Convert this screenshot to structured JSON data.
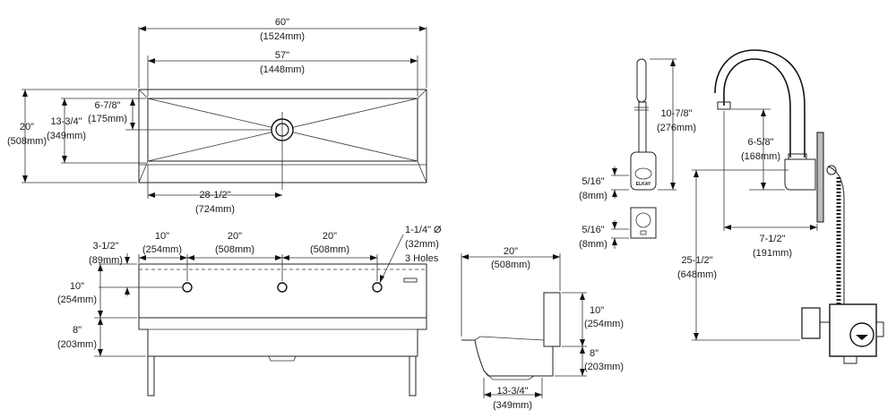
{
  "top_view": {
    "overall_width": {
      "in": "60\"",
      "mm": "(1524mm)"
    },
    "inner_width": {
      "in": "57\"",
      "mm": "(1448mm)"
    },
    "depth": {
      "in": "20\"",
      "mm": "(508mm)"
    },
    "inner_depth": {
      "in": "13-3/4\"",
      "mm": "(349mm)"
    },
    "drain_offset_y": {
      "in": "6-7/8\"",
      "mm": "(175mm)"
    },
    "drain_offset_x": {
      "in": "28-1/2\"",
      "mm": "(724mm)"
    }
  },
  "front_view": {
    "faucet_spacing_1": {
      "in": "10\"",
      "mm": "(254mm)"
    },
    "faucet_spacing_2": {
      "in": "20\"",
      "mm": "(508mm)"
    },
    "faucet_spacing_3": {
      "in": "20\"",
      "mm": "(508mm)"
    },
    "hole_spec": {
      "in": "1-1/4\" Ø",
      "mm": "(32mm)",
      "count": "3 Holes"
    },
    "top_offset": {
      "in": "3-1/2\"",
      "mm": "(89mm)"
    },
    "backsplash_height": {
      "in": "10\"",
      "mm": "(254mm)"
    },
    "bowl_height": {
      "in": "8\"",
      "mm": "(203mm)"
    }
  },
  "side_view": {
    "depth": {
      "in": "20\"",
      "mm": "(508mm)"
    },
    "backsplash_height": {
      "in": "10\"",
      "mm": "(254mm)"
    },
    "bowl_height": {
      "in": "8\"",
      "mm": "(203mm)"
    },
    "bottom_depth": {
      "in": "13-3/4\"",
      "mm": "(349mm)"
    }
  },
  "sensor_view": {
    "spout_height": {
      "in": "10-7/8\"",
      "mm": "(276mm)"
    },
    "sensor_offset": {
      "in": "5/16\"",
      "mm": "(8mm)"
    },
    "sensor_offset_2": {
      "in": "5/16\"",
      "mm": "(8mm)"
    },
    "brand_mark": "ELKAY"
  },
  "faucet_view": {
    "spout_drop": {
      "in": "6-5/8\"",
      "mm": "(168mm)"
    },
    "reach": {
      "in": "7-1/2\"",
      "mm": "(191mm)"
    },
    "overall_height": {
      "in": "25-1/2\"",
      "mm": "(648mm)"
    }
  }
}
